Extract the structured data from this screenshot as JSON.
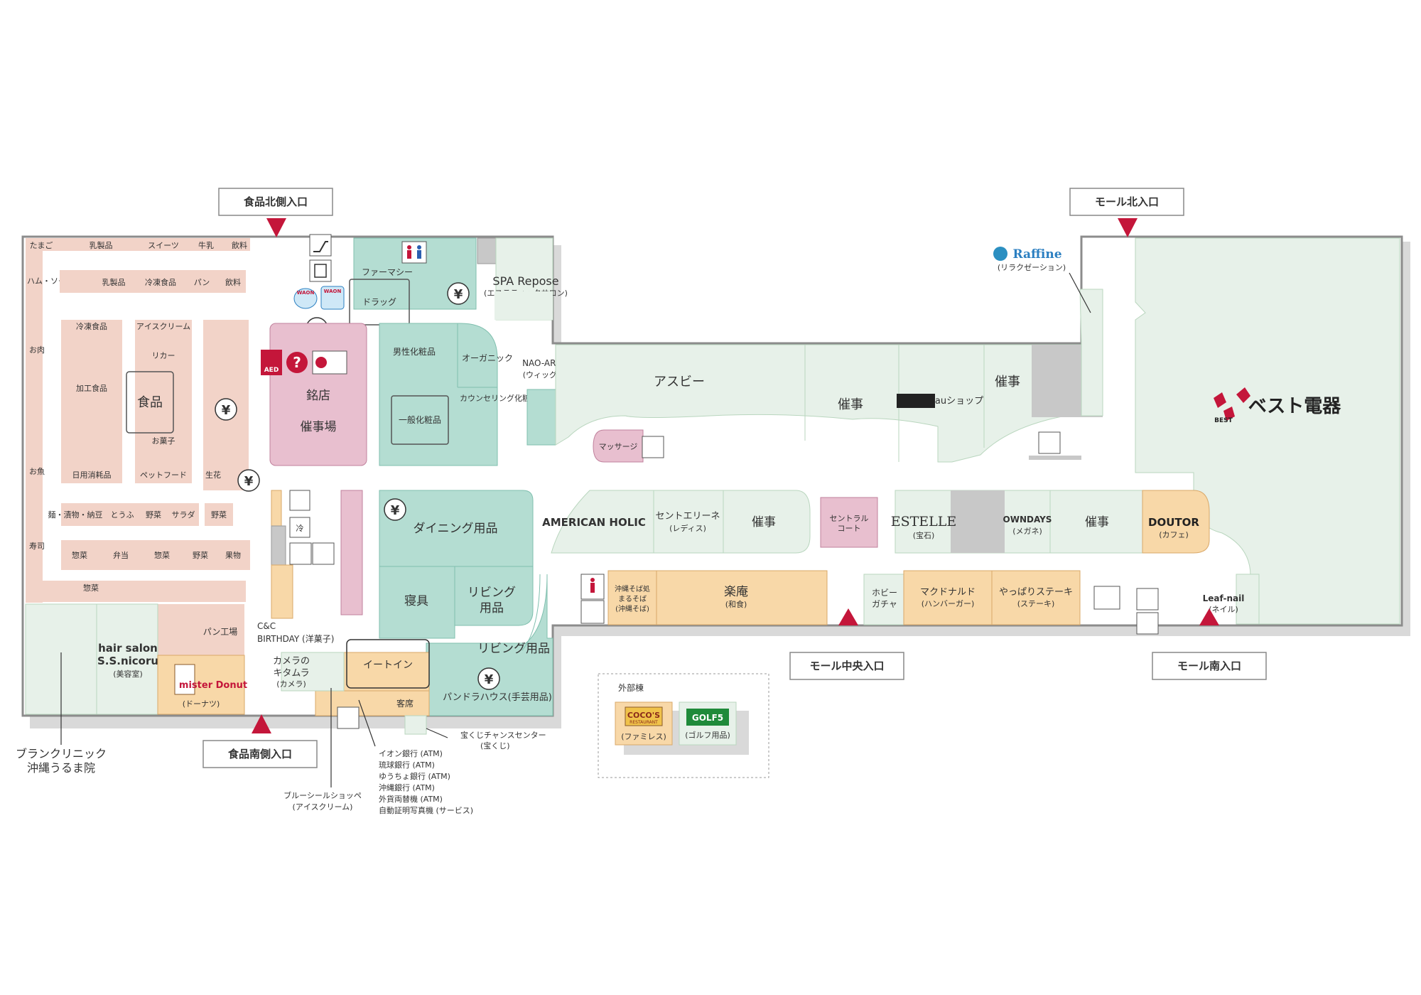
{
  "colors": {
    "food": "#f2d3c8",
    "food_stroke": "#d9a497",
    "drug": "#b4ddd2",
    "drug_stroke": "#7fbfae",
    "mall": "#e7f1e9",
    "mall_stroke": "#b9d6be",
    "event_pink": "#e8bfcf",
    "event_pink_stroke": "#c0809c",
    "restaurant": "#f8d8a8",
    "restaurant_stroke": "#d9a869",
    "service_gray": "#c8c8c8",
    "entrance_marker": "#c4163a",
    "outline": "#8c8c8c",
    "shadow": "#d9d9d9"
  },
  "entrances": {
    "food_north": "食品北側入口",
    "mall_north": "モール北入口",
    "mall_center": "モール中央入口",
    "mall_south": "モール南入口",
    "food_south": "食品南側入口"
  },
  "food_area": {
    "top_row": [
      "たまご",
      "乳製品",
      "スイーツ",
      "牛乳",
      "飲料"
    ],
    "second_row": [
      "ハム・ソーセージ",
      "乳製品",
      "冷凍食品",
      "パン",
      "飲料"
    ],
    "col1": [
      "冷凍食品",
      "加工食品",
      "日用消耗品"
    ],
    "col2": [
      "アイスクリーム",
      "リカー",
      "お菓子",
      "ペットフード"
    ],
    "center_label": "食品",
    "fresh": "生花",
    "left_side": [
      "お肉",
      "お魚",
      "寿司"
    ],
    "row_noodles": [
      "麺・漬物・納豆",
      "とうふ",
      "野菜",
      "サラダ"
    ],
    "veg": "野菜",
    "row_deli": [
      "惣菜",
      "弁当",
      "惣菜",
      "野菜",
      "果物"
    ],
    "deli_bottom": "惣菜",
    "bakery": "パン工場"
  },
  "stores": {
    "pharmacy": "ファーマシー",
    "drug": "ドラッグ",
    "spa": "SPA Repose",
    "spa_sub": "(エステティックサロン)",
    "meiten": "銘店",
    "event_hall": "催事場",
    "mens_cosme": "男性化粧品",
    "organic": "オーガニック",
    "counseling": "カウンセリング化粧品",
    "general_cosme": "一般化粧品",
    "naoart": "NAO-ART",
    "naoart_sub": "(ウィッグ)",
    "asubee": "アスビー",
    "event": "催事",
    "au_shop": "auショップ",
    "raffine": "Raffine",
    "raffine_sub": "(リラクゼーション)",
    "best_denki": "ベスト電器",
    "best_small": "BEST",
    "massage": "マッサージ",
    "dining": "ダイニング用品",
    "bedding": "寝具",
    "living1": "リビング",
    "living1b": "用品",
    "living2": "リビング用品",
    "pandora": "パンドラハウス(手芸用品)",
    "eat_in": "イートイン",
    "guest": "客席",
    "american_holic": "AMERICAN HOLIC",
    "cent_elne": "セントエリーネ",
    "cent_elne_sub": "(レディス)",
    "central_court1": "セントラル",
    "central_court2": "コート",
    "estelle": "ESTELLE",
    "estelle_sub": "(宝石)",
    "owndays": "OWNDAYS",
    "owndays_sub": "(メガネ)",
    "doutor": "DOUTOR",
    "doutor_sub": "(カフェ)",
    "okinawa_soba1": "沖縄そば処",
    "okinawa_soba2": "まるそば",
    "okinawa_soba3": "(沖縄そば)",
    "rakuan": "楽庵",
    "rakuan_sub": "(和食)",
    "hobby1": "ホビー",
    "hobby2": "ガチャ",
    "mcdonalds": "マクドナルド",
    "mcdonalds_sub": "(ハンバーガー)",
    "yappari": "やっぱりステーキ",
    "yappari_sub": "(ステーキ)",
    "leafnail": "Leaf-nail",
    "leafnail_sub": "(ネイル)",
    "cc_birthday1": "C&C",
    "cc_birthday2": "BIRTHDAY (洋菓子)",
    "camera1": "カメラの",
    "camera2": "キタムラ",
    "camera3": "(カメラ)",
    "hair1": "hair salon",
    "hair2": "S.S.nicoru",
    "hair3": "(美容室)",
    "mister_donut": "mister Donut",
    "mister_donut_sub": "(ドーナツ)",
    "cold": "冷"
  },
  "outside": {
    "title": "外部棟",
    "cocos": "COCO'S",
    "cocos_small": "RESTAURANT",
    "cocos_sub": "(ファミレス)",
    "golf5": "GOLF5",
    "golf5_sub": "(ゴルフ用品)"
  },
  "callouts": {
    "clinic1": "ブランクリニック",
    "clinic2": "沖縄うるま院",
    "blueseal1": "ブルーシールショッペ",
    "blueseal2": "(アイスクリーム)",
    "atm": [
      "イオン銀行 (ATM)",
      "琉球銀行 (ATM)",
      "ゆうちょ銀行 (ATM)",
      "沖縄銀行 (ATM)",
      "外貨両替機 (ATM)",
      "自動証明写真機 (サービス)"
    ],
    "lottery1": "宝くじチャンスセンター",
    "lottery2": "(宝くじ)"
  },
  "icons": {
    "aed": "AED",
    "waon": "WAON",
    "yen": "¥",
    "question": "?"
  }
}
